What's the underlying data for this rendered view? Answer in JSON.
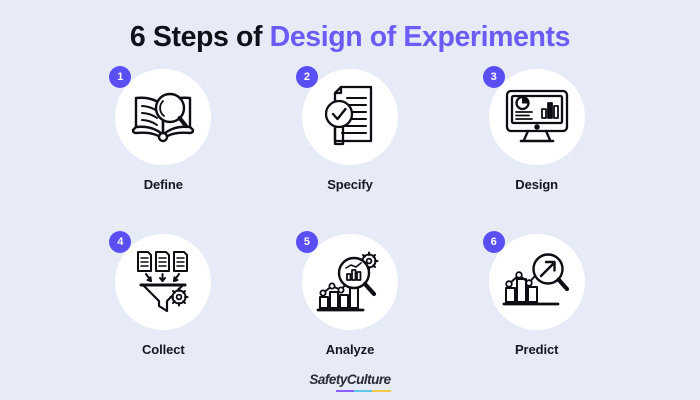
{
  "page": {
    "background_color": "#e7ebf8",
    "accent_color": "#6c5cf7",
    "badge_color": "#5a4ff5",
    "text_color": "#16161f"
  },
  "title": {
    "part_dark": "6 Steps of ",
    "part_accent": "Design of Experiments"
  },
  "steps": [
    {
      "number": "1",
      "label": "Define",
      "icon": "book-magnifier-icon"
    },
    {
      "number": "2",
      "label": "Specify",
      "icon": "document-check-magnifier-icon"
    },
    {
      "number": "3",
      "label": "Design",
      "icon": "monitor-dashboard-icon"
    },
    {
      "number": "4",
      "label": "Collect",
      "icon": "documents-funnel-gear-icon"
    },
    {
      "number": "5",
      "label": "Analyze",
      "icon": "bar-chart-magnifier-gear-icon"
    },
    {
      "number": "6",
      "label": "Predict",
      "icon": "bar-chart-magnifier-arrow-icon"
    }
  ],
  "footer": {
    "logo_safety": "Safety",
    "logo_culture": "Culture",
    "underline_colors": [
      "#8b5cf6",
      "#5ec8e8",
      "#f6c94a"
    ]
  }
}
